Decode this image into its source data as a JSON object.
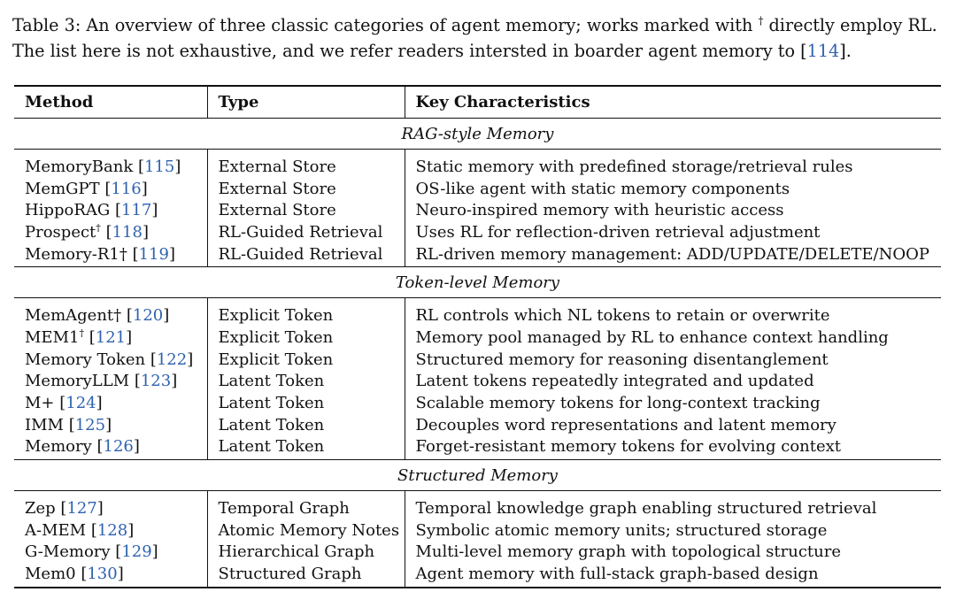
{
  "caption": {
    "line1_a": "Table 3: An overview of three classic categories of agent memory; works marked with ",
    "dagger": "†",
    "line1_b": " directly employ RL.",
    "line2_a": "The list here is not exhaustive, and we refer readers intersted in boarder agent memory to [",
    "line2_ref": "114",
    "line2_b": "]."
  },
  "table": {
    "headers": [
      "Method",
      "Type",
      "Key Characteristics"
    ],
    "sections": [
      {
        "title": "RAG-style Memory",
        "rows": [
          {
            "method": "MemoryBank",
            "mark": "",
            "ref": "115",
            "type": "External Store",
            "desc": "Static memory with predefined storage/retrieval rules"
          },
          {
            "method": "MemGPT",
            "mark": "",
            "ref": "116",
            "type": "External Store",
            "desc": "OS-like agent with static memory components"
          },
          {
            "method": "HippoRAG",
            "mark": "",
            "ref": "117",
            "type": "External Store",
            "desc": "Neuro-inspired memory with heuristic access"
          },
          {
            "method": "Prospect",
            "mark": "sup",
            "ref": "118",
            "type": "RL-Guided Retrieval",
            "desc": "Uses RL for reflection-driven retrieval adjustment"
          },
          {
            "method": "Memory-R1",
            "mark": "inline",
            "ref": "119",
            "type": "RL-Guided Retrieval",
            "desc": "RL-driven memory management: ADD/UPDATE/DELETE/NOOP"
          }
        ]
      },
      {
        "title": "Token-level Memory",
        "rows": [
          {
            "method": "MemAgent",
            "mark": "inline",
            "ref": "120",
            "type": "Explicit Token",
            "desc": "RL controls which NL tokens to retain or overwrite"
          },
          {
            "method": "MEM1",
            "mark": "sup",
            "ref": "121",
            "type": "Explicit Token",
            "desc": "Memory pool managed by RL to enhance context handling"
          },
          {
            "method": "Memory Token",
            "mark": "",
            "ref": "122",
            "type": "Explicit Token",
            "desc": "Structured memory for reasoning disentanglement"
          },
          {
            "method": "MemoryLLM",
            "mark": "",
            "ref": "123",
            "type": "Latent Token",
            "desc": "Latent tokens repeatedly integrated and updated"
          },
          {
            "method": "M+",
            "mark": "",
            "ref": "124",
            "type": "Latent Token",
            "desc": "Scalable memory tokens for long-context tracking"
          },
          {
            "method": "IMM",
            "mark": "",
            "ref": "125",
            "type": "Latent Token",
            "desc": "Decouples word representations and latent memory"
          },
          {
            "method": "Memory",
            "mark": "",
            "ref": "126",
            "type": "Latent Token",
            "desc": "Forget-resistant memory tokens for evolving context"
          }
        ]
      },
      {
        "title": "Structured Memory",
        "rows": [
          {
            "method": "Zep",
            "mark": "",
            "ref": "127",
            "type": "Temporal Graph",
            "desc": "Temporal knowledge graph enabling structured retrieval"
          },
          {
            "method": "A-MEM",
            "mark": "",
            "ref": "128",
            "type": "Atomic Memory Notes",
            "desc": "Symbolic atomic memory units; structured storage"
          },
          {
            "method": "G-Memory",
            "mark": "",
            "ref": "129",
            "type": "Hierarchical Graph",
            "desc": "Multi-level memory graph with topological structure"
          },
          {
            "method": "Mem0",
            "mark": "",
            "ref": "130",
            "type": "Structured Graph",
            "desc": "Agent memory with full-stack graph-based design"
          }
        ]
      }
    ]
  },
  "colors": {
    "citation": "#2f62b0",
    "text": "#111111",
    "rule": "#111111"
  }
}
